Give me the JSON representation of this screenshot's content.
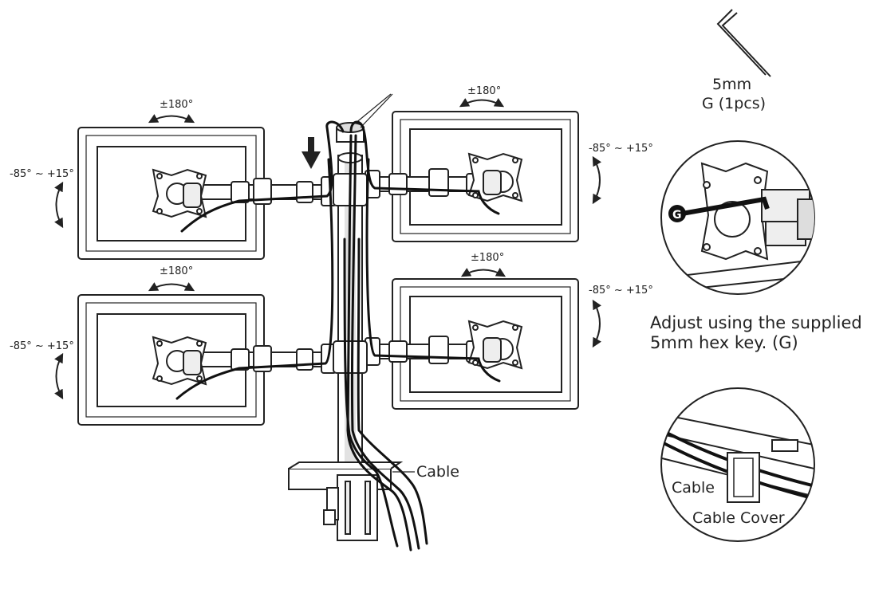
{
  "rotation_labels": {
    "swivel": "±180°",
    "tilt": "-85° ~ +15°"
  },
  "hex_key": {
    "size": "5mm",
    "part": "G (1pcs)"
  },
  "detail_hex": {
    "badge": "G",
    "instruction_line1": "Adjust using the supplied",
    "instruction_line2": "5mm hex key. (G)"
  },
  "cable_labels": {
    "main": "Cable",
    "detail_cable": "Cable",
    "detail_cover": "Cable Cover"
  },
  "colors": {
    "line": "#222222",
    "cable": "#111111",
    "pole_shade": "#dcdcdc"
  }
}
